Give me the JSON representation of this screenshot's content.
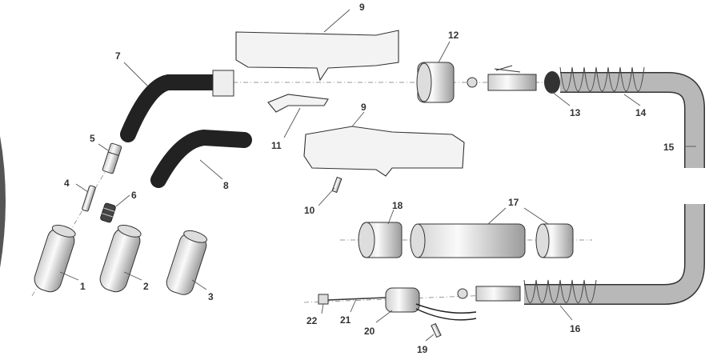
{
  "diagram": {
    "type": "exploded-parts-diagram",
    "callouts": {
      "c1": "1",
      "c2": "2",
      "c3": "3",
      "c4": "4",
      "c5": "5",
      "c6": "6",
      "c7": "7",
      "c8": "8",
      "c9a": "9",
      "c9b": "9",
      "c10": "10",
      "c11": "11",
      "c12": "12",
      "c13": "13",
      "c14": "14",
      "c15": "15",
      "c16": "16",
      "c17": "17",
      "c18": "18",
      "c19": "19",
      "c20": "20",
      "c21": "21",
      "c22": "22"
    },
    "colors": {
      "outline": "#333333",
      "neck": "#222222",
      "cable": "#b8b8b8",
      "left_edge": "#555555"
    }
  }
}
